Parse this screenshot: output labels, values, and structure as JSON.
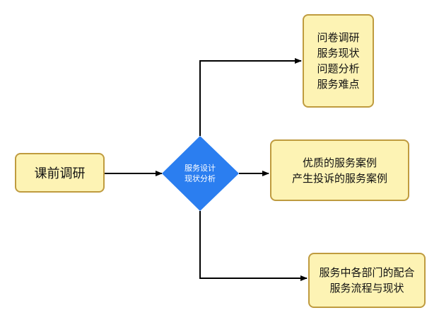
{
  "colors": {
    "box_fill": "#fdf3b4",
    "box_border": "#bf9b3f",
    "decision_fill": "#2b7ef0",
    "decision_text": "#ffffff",
    "connector": "#000000"
  },
  "nodes": {
    "start": {
      "label": "课前调研"
    },
    "decision": {
      "lines": [
        "服务设计",
        "现状分析"
      ]
    },
    "branch_top": {
      "lines": [
        "问卷调研",
        "服务现状",
        "问题分析",
        "服务难点"
      ]
    },
    "branch_middle": {
      "lines": [
        "优质的服务案例",
        "产生投诉的服务案例"
      ]
    },
    "branch_bottom": {
      "lines": [
        "服务中各部门的配合",
        "服务流程与现状"
      ]
    }
  }
}
